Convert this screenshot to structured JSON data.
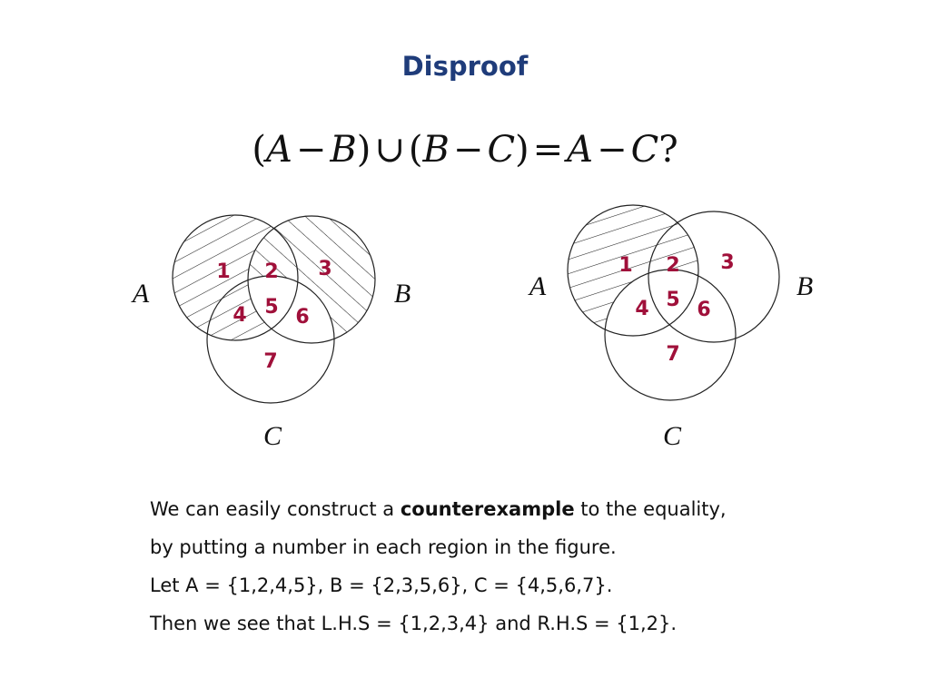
{
  "title": "Disproof",
  "formula": {
    "lparen1": "(",
    "a1": "A",
    "minus1": "−",
    "b1": "B",
    "rparen1": ")",
    "union": "∪",
    "lparen2": "(",
    "b2": "B",
    "minus2": "−",
    "c1": "C",
    "rparen2": ")",
    "equals": "=",
    "a2": "A",
    "minus3": "−",
    "c2": "C",
    "question": "?"
  },
  "left_diagram": {
    "labels": {
      "a": "A",
      "b": "B",
      "c": "C"
    },
    "regions": [
      "1",
      "2",
      "3",
      "4",
      "5",
      "6",
      "7"
    ]
  },
  "right_diagram": {
    "labels": {
      "a": "A",
      "b": "B",
      "c": "C"
    },
    "regions": [
      "1",
      "2",
      "3",
      "4",
      "5",
      "6",
      "7"
    ]
  },
  "explanation": {
    "line1_before": "We can easily construct a ",
    "line1_bold": "counterexample",
    "line1_after": " to the equality,",
    "line2": "by putting a number in each region in the figure.",
    "line3": "Let A = {1,2,4,5},  B = {2,3,5,6},  C = {4,5,6,7}.",
    "line4": "Then we see that L.H.S = {1,2,3,4} and R.H.S = {1,2}."
  },
  "colors": {
    "title": "#1f3c7a",
    "region_numbers": "#a0103a"
  }
}
